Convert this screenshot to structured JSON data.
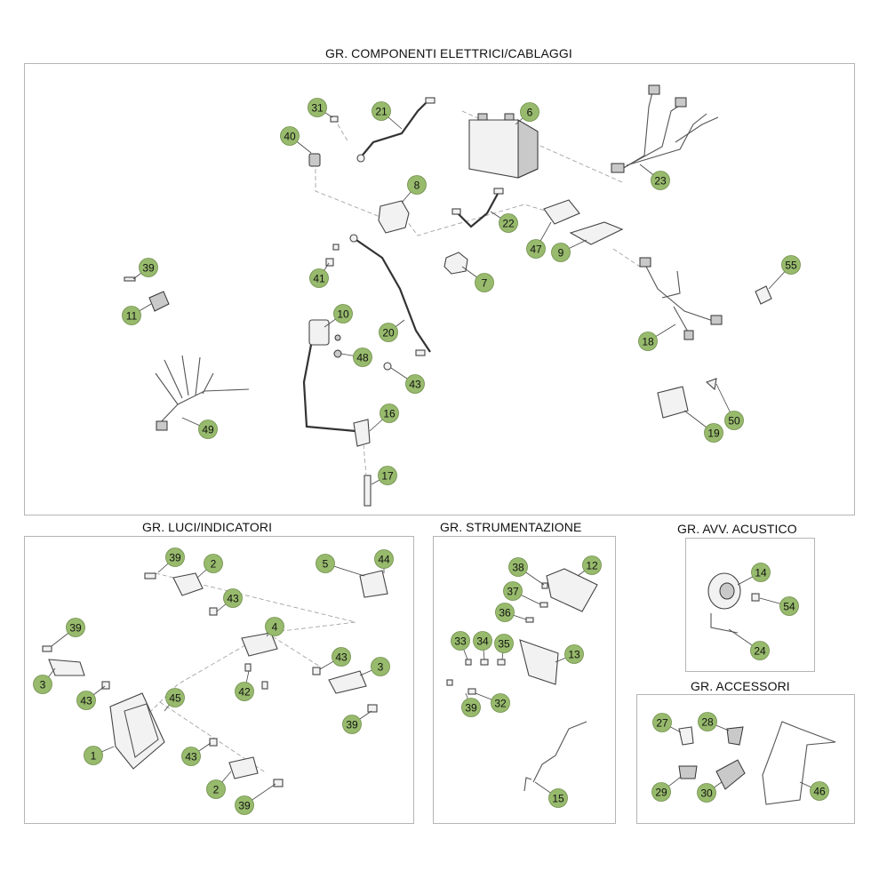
{
  "panels": {
    "electrical": {
      "title": "GR. COMPONENTI ELETTRICI/CABLAGGI"
    },
    "lights": {
      "title": "GR. LUCI/INDICATORI"
    },
    "instruments": {
      "title": "GR. STRUMENTAZIONE"
    },
    "horn": {
      "title": "GR. AVV. ACUSTICO"
    },
    "accessories": {
      "title": "GR. ACCESSORI"
    }
  },
  "callouts": [
    {
      "label": "31"
    },
    {
      "label": "21"
    },
    {
      "label": "6"
    },
    {
      "label": "40"
    },
    {
      "label": "8"
    },
    {
      "label": "22"
    },
    {
      "label": "23"
    },
    {
      "label": "47"
    },
    {
      "label": "9"
    },
    {
      "label": "7"
    },
    {
      "label": "41"
    },
    {
      "label": "39"
    },
    {
      "label": "11"
    },
    {
      "label": "10"
    },
    {
      "label": "20"
    },
    {
      "label": "48"
    },
    {
      "label": "43"
    },
    {
      "label": "18"
    },
    {
      "label": "55"
    },
    {
      "label": "49"
    },
    {
      "label": "16"
    },
    {
      "label": "19"
    },
    {
      "label": "50"
    },
    {
      "label": "17"
    },
    {
      "label": "39"
    },
    {
      "label": "2"
    },
    {
      "label": "43"
    },
    {
      "label": "5"
    },
    {
      "label": "44"
    },
    {
      "label": "4"
    },
    {
      "label": "39"
    },
    {
      "label": "3"
    },
    {
      "label": "43"
    },
    {
      "label": "43"
    },
    {
      "label": "42"
    },
    {
      "label": "45"
    },
    {
      "label": "3"
    },
    {
      "label": "39"
    },
    {
      "label": "1"
    },
    {
      "label": "43"
    },
    {
      "label": "2"
    },
    {
      "label": "39"
    },
    {
      "label": "38"
    },
    {
      "label": "12"
    },
    {
      "label": "37"
    },
    {
      "label": "36"
    },
    {
      "label": "33"
    },
    {
      "label": "34"
    },
    {
      "label": "35"
    },
    {
      "label": "13"
    },
    {
      "label": "39"
    },
    {
      "label": "32"
    },
    {
      "label": "15"
    },
    {
      "label": "14"
    },
    {
      "label": "54"
    },
    {
      "label": "24"
    },
    {
      "label": "27"
    },
    {
      "label": "28"
    },
    {
      "label": "29"
    },
    {
      "label": "30"
    },
    {
      "label": "46"
    }
  ]
}
